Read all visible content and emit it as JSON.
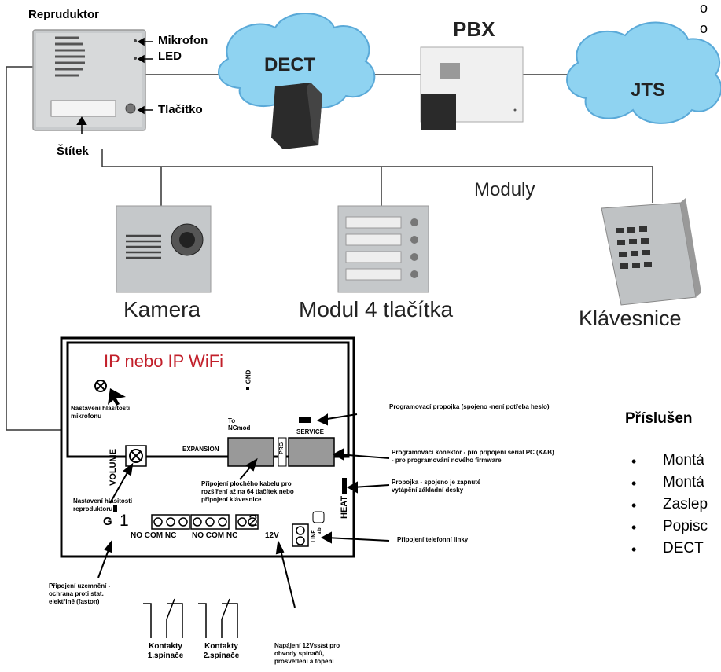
{
  "labels": {
    "speaker": "Repruduktor",
    "microphone": "Mikrofon",
    "led": "LED",
    "button": "Tlačítko",
    "nameplate": "Štítek",
    "dect": "DECT",
    "pbx": "PBX",
    "jts": "JTS",
    "modules": "Moduly",
    "camera": "Kamera",
    "module4": "Modul 4 tlačítka",
    "keypad": "Klávesnice"
  },
  "board": {
    "title": "IP nebo IP WiFi",
    "mic_sensitivity": "Nastavení hlasitosti mikrofonu",
    "gnd": "GND",
    "to_ncmod": "To NCmod",
    "expansion": "EXPANSION",
    "prg": "PRG",
    "service": "SERVICE",
    "volume": "VOLUME",
    "heat": "HEAT",
    "line": "LINE",
    "ab": "a b",
    "g": "G",
    "one": "1",
    "two": "2",
    "relay1": "NO COM NC",
    "relay2": "NO COM NC",
    "v12": "12V"
  },
  "annotations": {
    "prog_jumper": "Programovací propojka (spojeno -není potřeba heslo)",
    "prog_connector": "Programovací konektor - pro připojení serial PC (KAB) - pro programování nového firmware",
    "flat_cable": "Připojení plochého kabelu pro rozšíření až na 64 tlačítek nebo připojení klávesnice",
    "speaker_sensitivity": "Nastavení hlasitosti reproduktoru",
    "heat_jumper": "Propojka - spojeno je zapnuté vytápění základní desky",
    "phone_line": "Připojení telefonní linky",
    "ground": "Připojení uzemnění - ochrana proti stat. elektřině (faston)",
    "contacts1": "Kontakty 1.spínače",
    "contacts2": "Kontakty 2.spínače",
    "power": "Napájení 12Vss/st pro obvody spínačů, prosvětlení a topení"
  },
  "accessories": {
    "heading": "Příslušen",
    "items": [
      "Montá",
      "Montá",
      "Zaslep",
      "Popisc",
      "DECT"
    ],
    "top_bullets": [
      "o",
      "o"
    ]
  },
  "colors": {
    "cloud": "#8fd3f1",
    "cloud_edge": "#5aa9d8",
    "title_red": "#c21f2a",
    "device_gray": "#bfc2c4"
  }
}
